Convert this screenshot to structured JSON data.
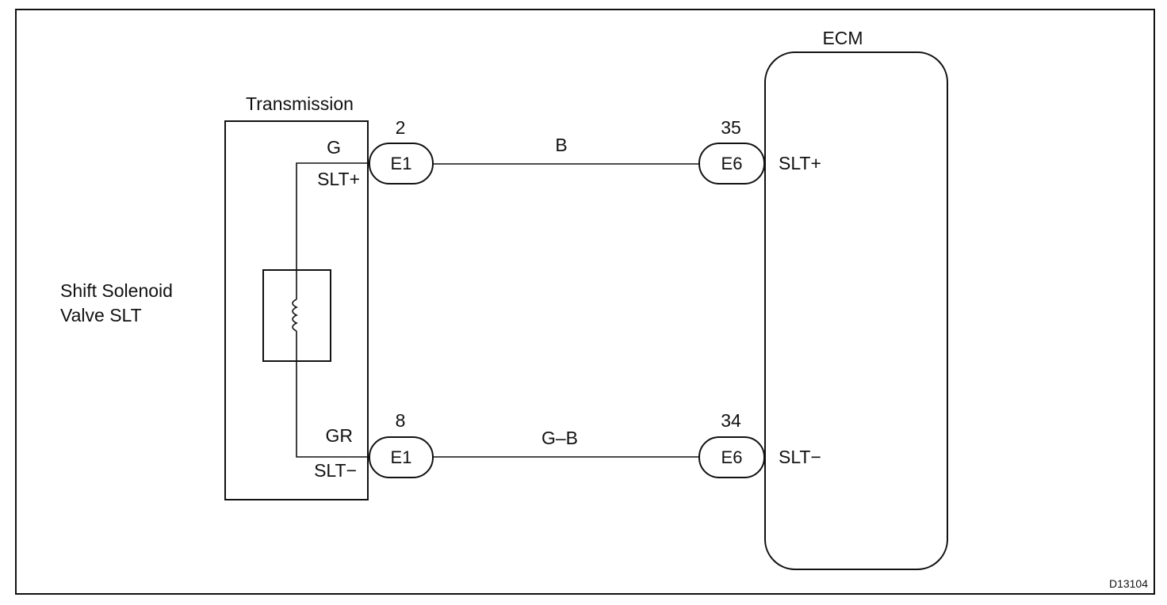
{
  "diagram": {
    "ecm_label": "ECM",
    "transmission_label": "Transmission",
    "solenoid_label_line1": "Shift Solenoid",
    "solenoid_label_line2": "Valve SLT",
    "figure_code": "D13104",
    "upper_circuit": {
      "left_pin": "2",
      "left_connector": "E1",
      "left_wire_color": "G",
      "left_terminal": "SLT+",
      "wire_color": "B",
      "right_pin": "35",
      "right_connector": "E6",
      "right_terminal": "SLT+"
    },
    "lower_circuit": {
      "left_pin": "8",
      "left_connector": "E1",
      "left_wire_color": "GR",
      "left_terminal": "SLT−",
      "wire_color": "G–B",
      "right_pin": "34",
      "right_connector": "E6",
      "right_terminal": "SLT−"
    }
  }
}
